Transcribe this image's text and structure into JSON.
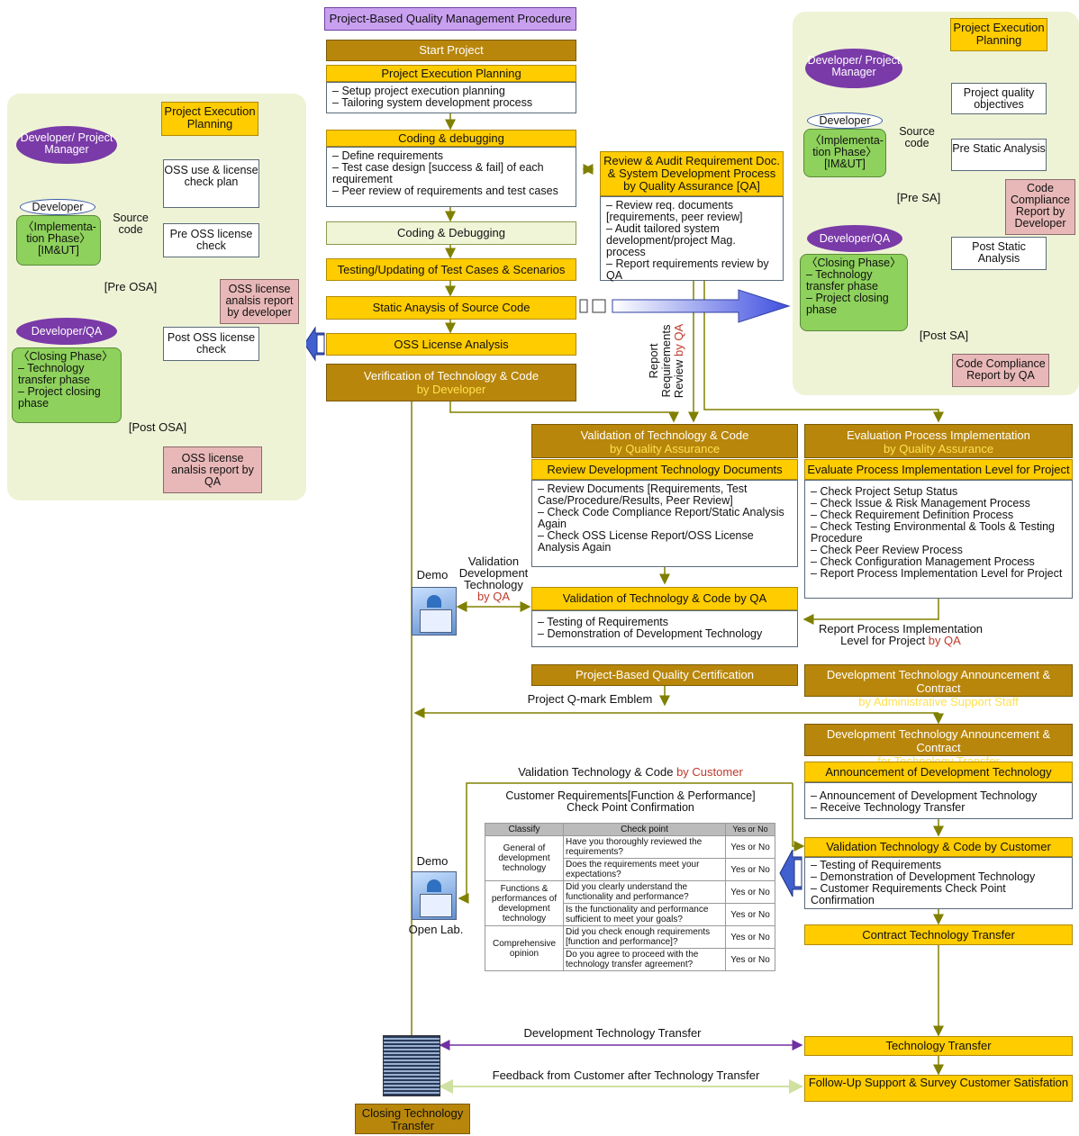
{
  "title": "Project-Based Quality Management Procedure",
  "center": {
    "start": "Start Project",
    "plan_hdr": "Project Execution Planning",
    "plan_items": [
      "Setup project execution planning",
      "Tailoring system development process"
    ],
    "coding_hdr": "Coding & debugging",
    "coding_items": [
      "Define requirements",
      "Test case design [success & fail] of each requirement",
      "Peer review of requirements and test cases"
    ],
    "coding2": "Coding & Debugging",
    "testing": "Testing/Updating of Test Cases & Scenarios",
    "static": "Static Anaysis of Source Code",
    "oss": "OSS License Analysis",
    "verif_main": "Verification of Technology & Code",
    "verif_sub": "by Developer"
  },
  "review": {
    "hdr": "Review & Audit Requirement Doc. & System Development Process by Quality Assurance [QA]",
    "items": [
      "Review req. documents [requirements, peer review]",
      "Audit tailored system development/project Mag. process",
      "Report requirements review by QA"
    ],
    "vertical_main": "Report Requirements Review",
    "vertical_sub": "by QA"
  },
  "left_panel": {
    "plan": "Project Execution Planning",
    "dev_pm": "Developer/ Project Manager",
    "oss_plan": "OSS use & license check plan",
    "developer": "Developer",
    "impl": "〈Implementa- tion Phase〉 [IM&UT]",
    "source_code": "Source code",
    "pre_oss": "Pre OSS license check",
    "pre_osa": "[Pre OSA]",
    "oss_report_dev": "OSS license analsis report by developer",
    "dev_qa": "Developer/QA",
    "post_oss": "Post OSS license check",
    "closing": "〈Closing Phase〉",
    "closing_items": [
      "Technology transfer phase",
      "Project closing phase"
    ],
    "post_osa": "[Post OSA]",
    "oss_report_qa": "OSS license analsis report by QA"
  },
  "right_panel": {
    "plan": "Project Execution Planning",
    "dev_pm": "Developer/ Project Manager",
    "objectives": "Project quality objectives",
    "developer": "Developer",
    "impl": "〈Implementa- tion Phase〉 [IM&UT]",
    "source_code": "Source code",
    "pre_sa": "Pre Static Analysis",
    "pre_sa_lbl": "[Pre SA]",
    "ccr_dev": "Code Compliance Report by Developer",
    "dev_qa": "Developer/QA",
    "post_sa": "Post Static Analysis",
    "closing": "〈Closing Phase〉",
    "closing_items": [
      "Technology transfer phase",
      "Project closing phase"
    ],
    "post_sa_lbl": "[Post SA]",
    "ccr_qa": "Code Compliance Report by QA"
  },
  "validation_qa": {
    "hdr_main": "Validation of Technology & Code",
    "hdr_sub": "by Quality Assurance",
    "sub_hdr": "Review Development Technology Documents",
    "items": [
      "Review Documents [Requirements, Test Case/Procedure/Results, Peer Review]",
      "Check Code Compliance Report/Static Analysis Again",
      "Check OSS License Report/OSS License Analysis Again"
    ],
    "val_hdr": "Validation of Technology & Code by QA",
    "val_items": [
      "Testing of Requirements",
      "Demonstration of Development Technology"
    ],
    "cert": "Project-Based Quality Certification",
    "emblem": "Project Q-mark Emblem"
  },
  "evaluation": {
    "hdr_main": "Evaluation Process Implementation",
    "hdr_sub": "by Quality Assurance",
    "sub_hdr": "Evaluate Process Implementation Level for Project",
    "items": [
      "Check Project Setup Status",
      "Check Issue & Risk Management Process",
      "Check Requirement Definition Process",
      "Check Testing Environmental & Tools & Testing Procedure",
      "Check Peer Review Process",
      "Check Configuration Management Process",
      "Report Process Implementation Level for Project"
    ],
    "report_main": "Report Process Implementation Level for Project",
    "report_sub": "by QA"
  },
  "demo": {
    "demo1": "Demo",
    "val_main": "Validation Development Technology",
    "val_sub": "by QA",
    "demo2": "Demo",
    "open_lab": "Open Lab."
  },
  "announce": {
    "contract_main": "Development Technology Announcement & Contract",
    "contract_sub": "by Administrative Support Staff",
    "transfer_main": "Development Technology Announcement & Contract",
    "transfer_sub": "for Technology Transfer",
    "ann_hdr": "Announcement of Development Technology",
    "ann_items": [
      "Announcement of Development Technology",
      "Receive Technology Transfer"
    ],
    "val_cust_hdr": "Validation Technology & Code by Customer",
    "val_cust_items": [
      "Testing of Requirements",
      "Demonstration of Development Technology",
      "Customer Requirements Check Point Confirmation"
    ],
    "contract_tt": "Contract Technology Transfer",
    "tt": "Technology Transfer",
    "followup": "Follow-Up Support & Survey Customer Satisfation"
  },
  "customer": {
    "val_main": "Validation Technology & Code",
    "val_sub": "by Customer",
    "table_title": "Customer Requirements[Function & Performance] Check Point Confirmation",
    "col_classify": "Classify",
    "col_check": "Check point",
    "col_yn": "Yes or No",
    "rows": [
      {
        "classify": "General of development technology",
        "checks": [
          "Have you thoroughly reviewed the requirements?",
          "Does the requirements meet your expectations?"
        ]
      },
      {
        "classify": "Functions & performances of development technology",
        "checks": [
          "Did you clearly understand the functionality and performance?",
          "Is the functionality and performance sufficient to meet your goals?"
        ]
      },
      {
        "classify": "Comprehensive opinion",
        "checks": [
          "Did you check enough requirements [function and performance]?",
          "Do you agree to proceed with the technology transfer agreement?"
        ]
      }
    ],
    "yn_value": "Yes or No"
  },
  "bottom": {
    "dev_transfer": "Development Technology Transfer",
    "feedback": "Feedback from Customer after Technology Transfer",
    "closing": "Closing Technology Transfer"
  }
}
